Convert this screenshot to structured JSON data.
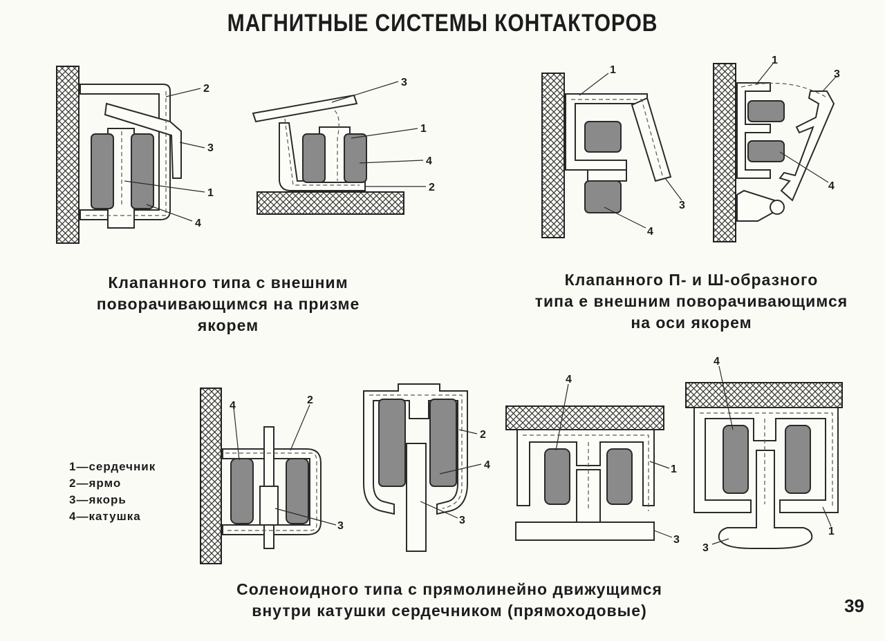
{
  "title": "МАГНИТНЫЕ СИСТЕМЫ КОНТАКТОРОВ",
  "captions": {
    "valve_prism": [
      "Клапанного типа с внешним",
      "поворачивающимся на призме",
      "якорем"
    ],
    "valve_axis": [
      "Клапанного П- и Ш-образного",
      "типа е внешним поворачивающимся",
      "на оси якорем"
    ],
    "solenoid": [
      "Соленоидного типа с прямолинейно движущимся",
      "внутри катушки сердечником (прямоходовые)"
    ]
  },
  "legend": [
    "1—сердечник",
    "2—ярмо",
    "3—якорь",
    "4—катушка"
  ],
  "page_number": "39",
  "labels": {
    "d1": [
      "2",
      "3",
      "1",
      "4"
    ],
    "d2": [
      "3",
      "1",
      "4",
      "2"
    ],
    "d3": [
      "1",
      "3",
      "4"
    ],
    "d4": [
      "1",
      "3",
      "4"
    ],
    "d5": [
      "4",
      "2",
      "3"
    ],
    "d6": [
      "2",
      "4",
      "3"
    ],
    "d7": [
      "4",
      "1",
      "3"
    ],
    "d8": [
      "4",
      "1",
      "3"
    ]
  }
}
